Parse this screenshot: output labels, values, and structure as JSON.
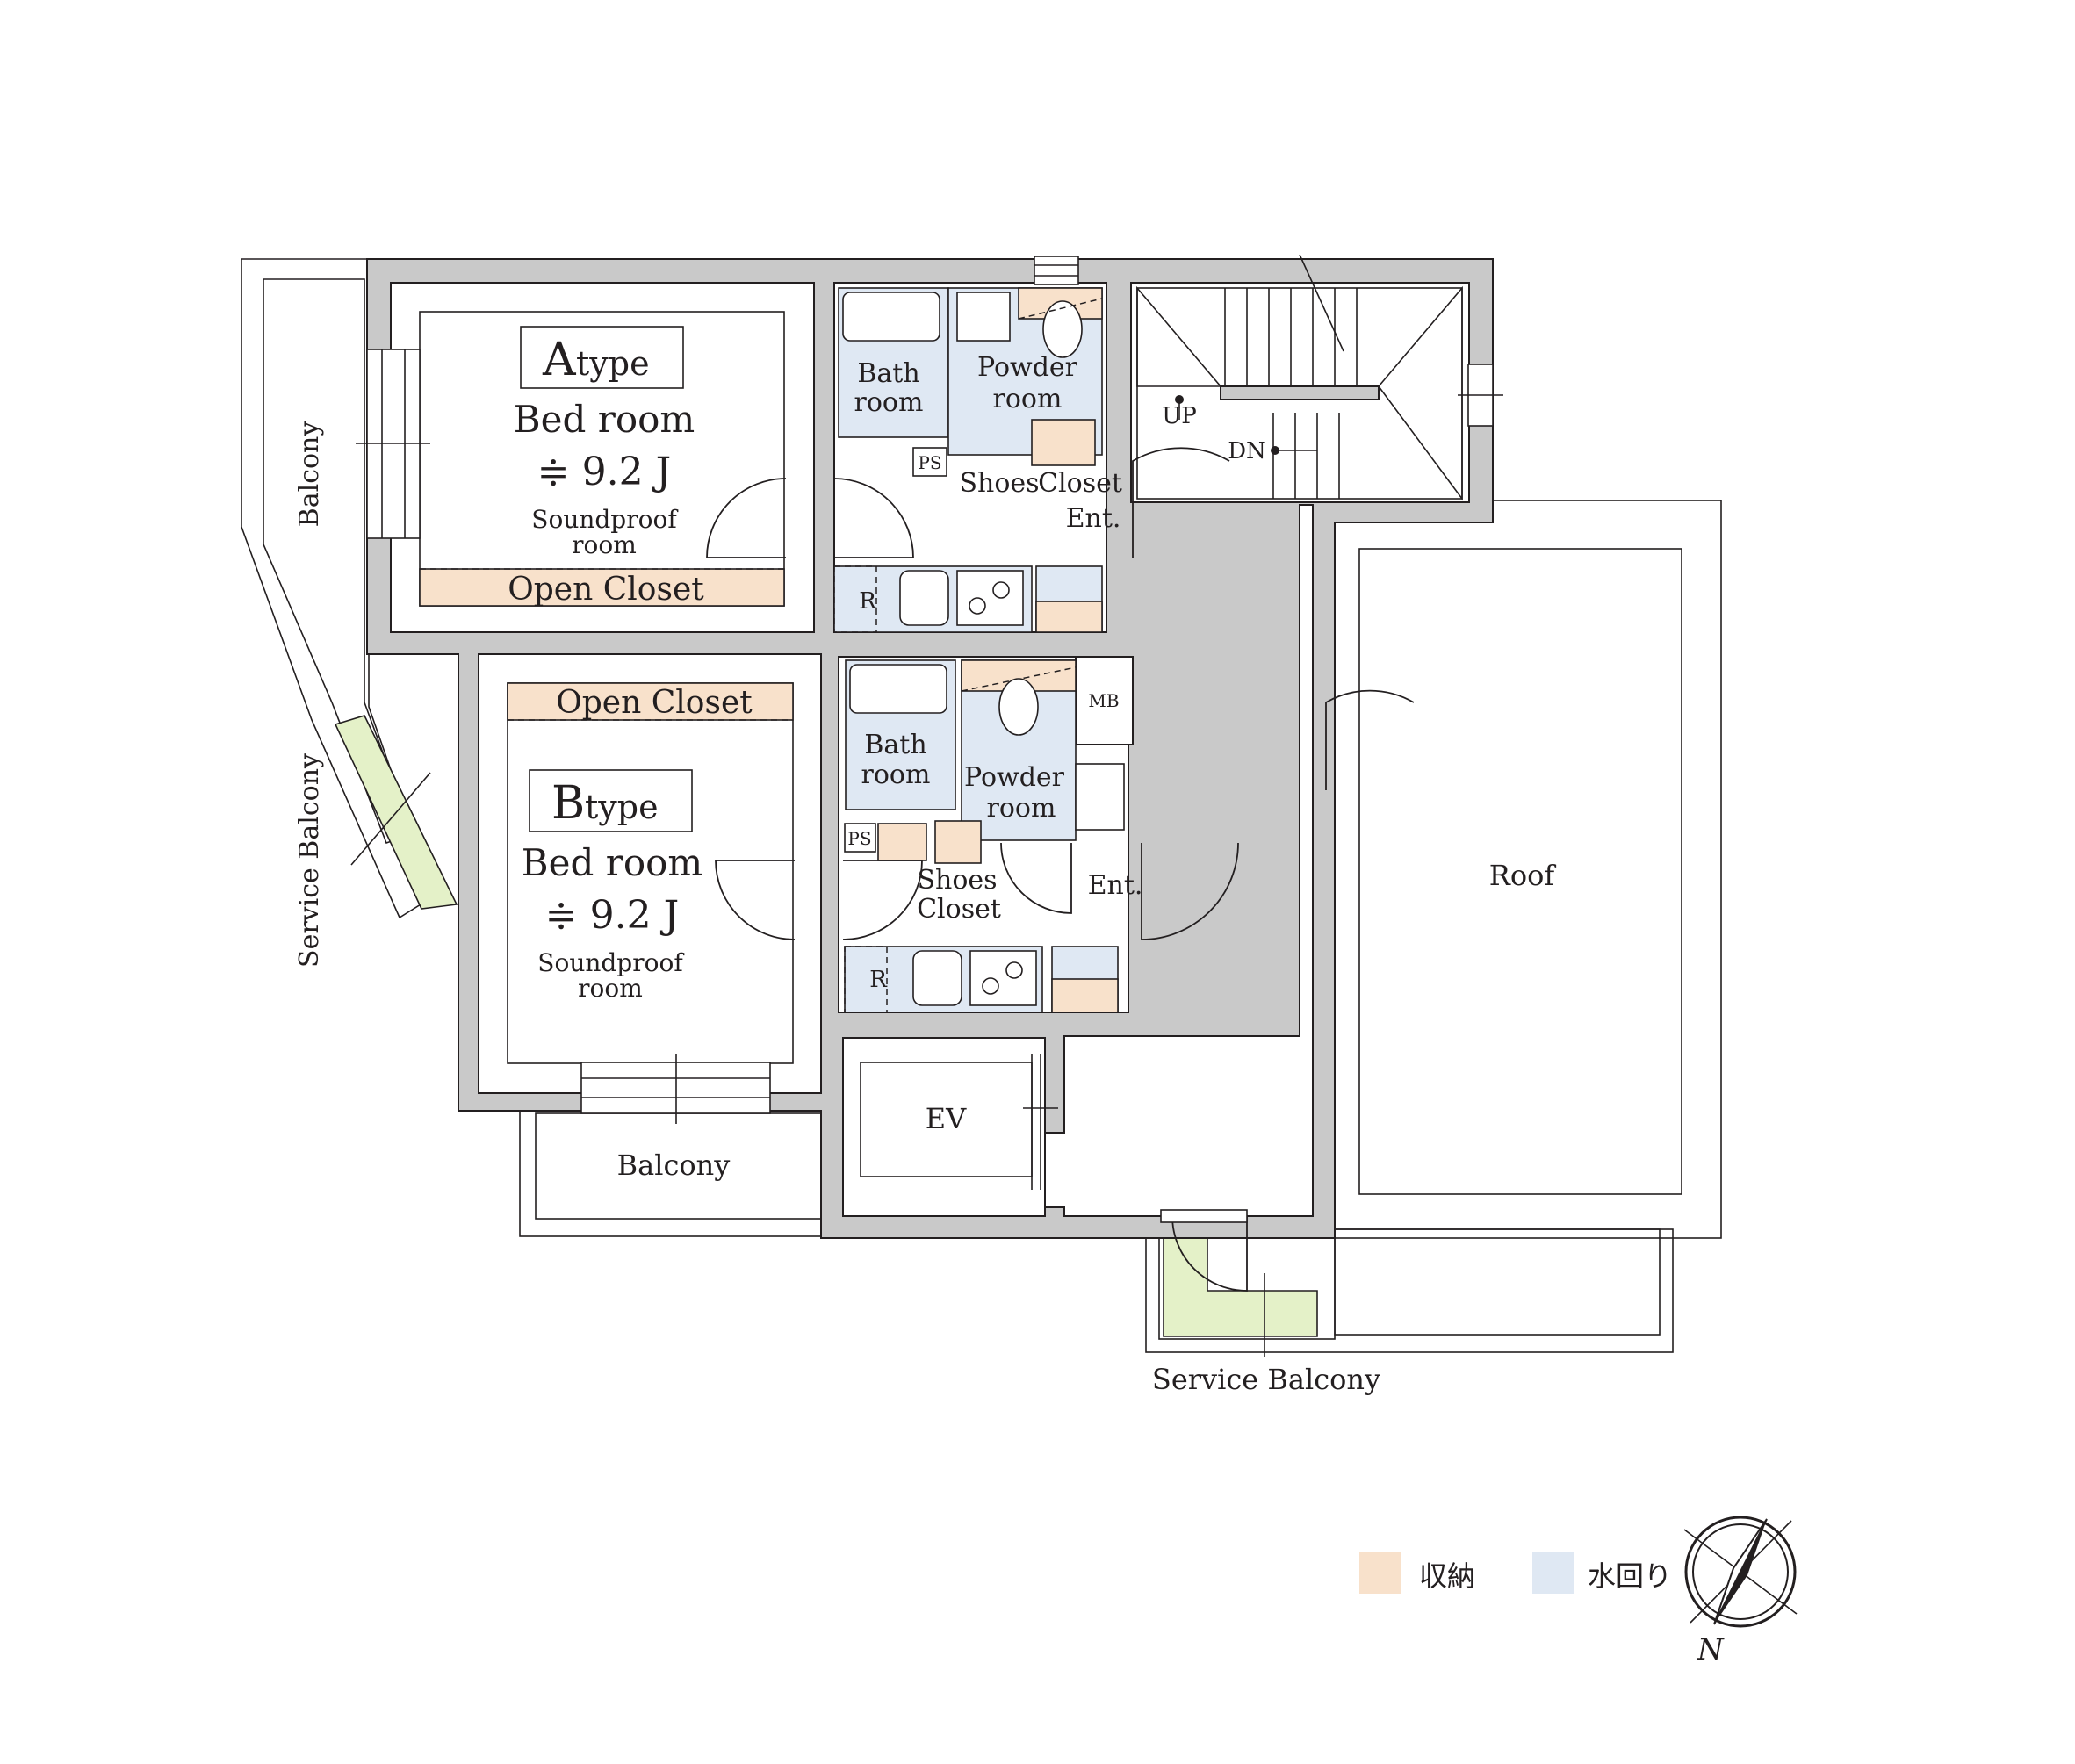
{
  "legend": {
    "storage_label": "収納",
    "water_label": "水回り",
    "storage_color": "#f8e1cb",
    "water_color": "#dfe8f3"
  },
  "compass": {
    "north_label": "N"
  },
  "unit_a": {
    "type_letter": "A",
    "type_word": "type",
    "bedroom_label": "Bed room",
    "area": "≑ 9.2 J",
    "soundproof_line1": "Soundproof",
    "soundproof_line2": "room",
    "open_closet": "Open Closet",
    "bath_line1": "Bath",
    "bath_line2": "room",
    "powder_line1": "Powder",
    "powder_line2": "room",
    "ps": "PS",
    "shoes": "Shoes",
    "closet": "Closet",
    "entrance": "Ent.",
    "fridge": "R"
  },
  "unit_b": {
    "type_letter": "B",
    "type_word": "type",
    "bedroom_label": "Bed room",
    "area": "≑ 9.2 J",
    "soundproof_line1": "Soundproof",
    "soundproof_line2": "room",
    "open_closet": "Open Closet",
    "bath_line1": "Bath",
    "bath_line2": "room",
    "powder_line1": "Powder",
    "powder_line2": "room",
    "ps": "PS",
    "shoes_closet_line1": "Shoes",
    "shoes_closet_line2": "Closet",
    "entrance": "Ent.",
    "fridge": "R",
    "mb": "MB"
  },
  "common": {
    "up": "UP",
    "dn": "DN",
    "ev": "EV",
    "roof": "Roof",
    "balcony_left": "Balcony",
    "balcony_bottom": "Balcony",
    "service_balcony_left": "Service Balcony",
    "service_balcony_bottom": "Service Balcony"
  }
}
